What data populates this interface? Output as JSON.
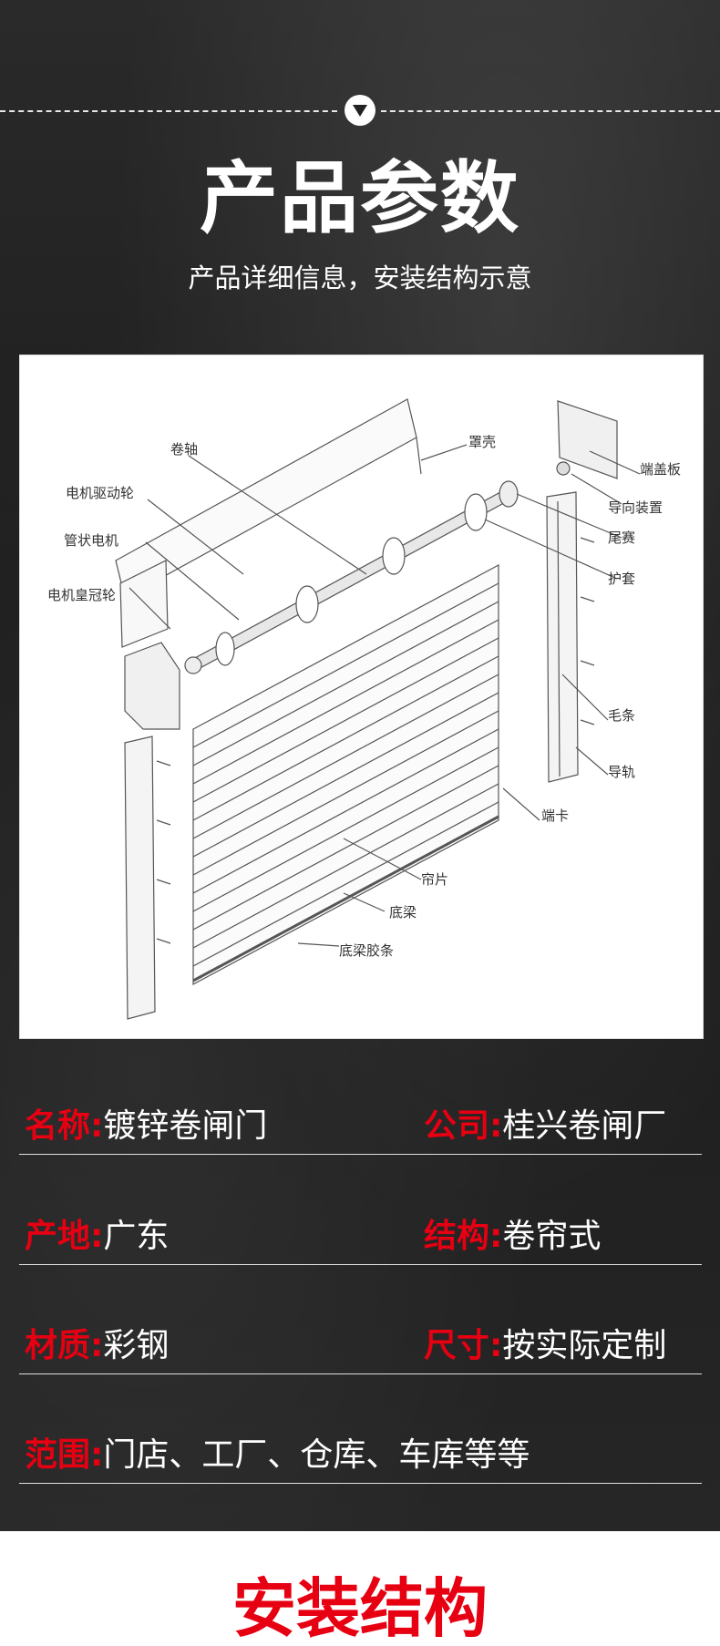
{
  "header": {
    "title": "产品参数",
    "subtitle": "产品详细信息，安装结构示意"
  },
  "diagram": {
    "labels": {
      "juanzhou": "卷轴",
      "zhaoke": "罩壳",
      "duangaiban": "端盖板",
      "dianji_qudonglun": "电机驱动轮",
      "daoxiang_zhuangzhi": "导向装置",
      "weisai": "尾赛",
      "guanzhuang_dianji": "管状电机",
      "hutao": "护套",
      "dianji_huangguanlun": "电机皇冠轮",
      "maotiao": "毛条",
      "daogui": "导轨",
      "duanka": "端卡",
      "lianpian": "帘片",
      "diliang": "底梁",
      "diliang_jiaotiao": "底梁胶条"
    }
  },
  "specs": [
    {
      "left_key": "名称:",
      "left_value": "镀锌卷闸门",
      "right_key": "公司:",
      "right_value": "桂兴卷闸厂"
    },
    {
      "left_key": "产地:",
      "left_value": "广东",
      "right_key": "结构:",
      "right_value": "卷帘式"
    },
    {
      "left_key": "材质:",
      "left_value": "彩钢",
      "right_key": "尺寸:",
      "right_value": "按实际定制"
    },
    {
      "left_key": "范围:",
      "left_value": "门店、工厂、仓库、车库等等"
    }
  ],
  "footer": {
    "title": "安装结构"
  },
  "colors": {
    "accent_red": "#e60012",
    "background_dark": "#222222"
  }
}
